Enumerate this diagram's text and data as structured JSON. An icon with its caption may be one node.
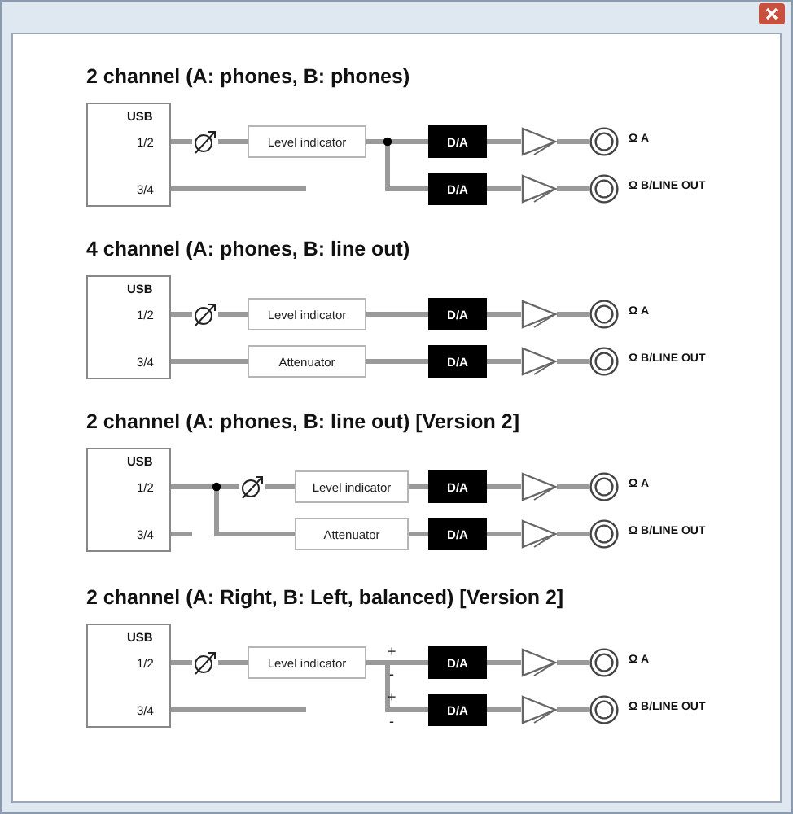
{
  "diagram": {
    "nodes": [
      {
        "text": [
          "USB",
          "1/2",
          "3/4"
        ]
      },
      {
        "text": [],
        "shape": "knob"
      },
      {
        "text": [
          "Level indicator"
        ]
      },
      {
        "text": [
          "D/A"
        ]
      },
      {
        "text": [
          "D/A"
        ]
      },
      {
        "text": [],
        "shape": "triangle"
      },
      {
        "text": [],
        "shape": "triangle"
      },
      {
        "text": [],
        "shape": "circle",
        "beside": [
          "Ω A"
        ]
      },
      {
        "text": [],
        "shape": "circle",
        "beside": [
          "Ω B/LINE OUT"
        ]
      },
      {
        "text": [
          "USB",
          "1/2",
          "3/4"
        ]
      },
      {
        "text": [],
        "shape": "knob"
      },
      {
        "text": [
          "Level indicator"
        ]
      },
      {
        "text": [
          "Attenuator"
        ]
      },
      {
        "text": [
          "D/A"
        ]
      },
      {
        "text": [
          "D/A"
        ]
      },
      {
        "text": [],
        "shape": "triangle"
      },
      {
        "text": [],
        "shape": "triangle"
      },
      {
        "text": [],
        "shape": "circle",
        "beside": [
          "Ω A"
        ]
      },
      {
        "text": [],
        "shape": "circle",
        "beside": [
          "Ω B/LINE OUT"
        ]
      },
      {
        "text": [
          "USB",
          "1/2",
          "3/4"
        ]
      },
      {
        "text": [],
        "shape": "knob"
      },
      {
        "text": [
          "Level indicator"
        ]
      },
      {
        "text": [
          "Attenuator"
        ]
      },
      {
        "text": [
          "D/A"
        ]
      },
      {
        "text": [
          "D/A"
        ]
      },
      {
        "text": [],
        "shape": "triangle"
      },
      {
        "text": [],
        "shape": "triangle"
      },
      {
        "text": [],
        "shape": "circle",
        "beside": [
          "Ω A"
        ]
      },
      {
        "text": [],
        "shape": "circle",
        "beside": [
          "Ω B/LINE OUT"
        ]
      },
      {
        "text": [
          "USB",
          "1/2",
          "3/4"
        ]
      },
      {
        "text": [],
        "shape": "knob"
      },
      {
        "text": [
          "Level indicator"
        ]
      },
      {
        "text": [
          "D/A"
        ]
      },
      {
        "text": [
          "D/A"
        ]
      },
      {
        "text": [],
        "shape": "triangle"
      },
      {
        "text": [],
        "shape": "triangle"
      },
      {
        "text": [],
        "shape": "circle",
        "beside": [
          "Ω A"
        ]
      },
      {
        "text": [],
        "shape": "circle",
        "beside": [
          "Ω B/LINE OUT"
        ]
      }
    ],
    "edges": [
      {
        "from": 0,
        "to": 1,
        "arrow": "none"
      },
      {
        "from": 1,
        "to": 2,
        "arrow": "none"
      },
      {
        "from": 2,
        "to": 3,
        "arrow": "none"
      },
      {
        "from": 2,
        "to": 4,
        "arrow": "none"
      },
      {
        "from": 3,
        "to": 5,
        "arrow": "none"
      },
      {
        "from": 4,
        "to": 6,
        "arrow": "none"
      },
      {
        "from": 5,
        "to": 7,
        "arrow": "none"
      },
      {
        "from": 6,
        "to": 8,
        "arrow": "none"
      },
      {
        "from": 0,
        "to": null,
        "arrow": "none"
      },
      {
        "from": 9,
        "to": 10,
        "arrow": "none"
      },
      {
        "from": 10,
        "to": 11,
        "arrow": "none"
      },
      {
        "from": 9,
        "to": 12,
        "arrow": "none"
      },
      {
        "from": 11,
        "to": 13,
        "arrow": "none"
      },
      {
        "from": 12,
        "to": 14,
        "arrow": "none"
      },
      {
        "from": 13,
        "to": 15,
        "arrow": "none"
      },
      {
        "from": 14,
        "to": 16,
        "arrow": "none"
      },
      {
        "from": 15,
        "to": 17,
        "arrow": "none"
      },
      {
        "from": 16,
        "to": 18,
        "arrow": "none"
      },
      {
        "from": 19,
        "to": 20,
        "arrow": "none"
      },
      {
        "from": 19,
        "to": 22,
        "arrow": "none"
      },
      {
        "from": 20,
        "to": 21,
        "arrow": "none"
      },
      {
        "from": 21,
        "to": 23,
        "arrow": "none"
      },
      {
        "from": 22,
        "to": 24,
        "arrow": "none"
      },
      {
        "from": 23,
        "to": 25,
        "arrow": "none"
      },
      {
        "from": 24,
        "to": 26,
        "arrow": "none"
      },
      {
        "from": 25,
        "to": 27,
        "arrow": "none"
      },
      {
        "from": 26,
        "to": 28,
        "arrow": "none"
      },
      {
        "from": 19,
        "to": null,
        "arrow": "none"
      },
      {
        "from": 29,
        "to": 30,
        "arrow": "none"
      },
      {
        "from": 30,
        "to": 31,
        "arrow": "none"
      },
      {
        "from": 31,
        "to": 32,
        "arrow": "none"
      },
      {
        "from": 31,
        "to": 33,
        "arrow": "none"
      },
      {
        "from": 32,
        "to": 34,
        "arrow": "none"
      },
      {
        "from": 33,
        "to": 35,
        "arrow": "none"
      },
      {
        "from": 34,
        "to": 36,
        "arrow": "none"
      },
      {
        "from": 35,
        "to": 37,
        "arrow": "none"
      },
      {
        "from": 29,
        "to": null,
        "arrow": "none"
      }
    ],
    "labels": [
      "2 channel (A: phones, B: phones)",
      "4 channel (A: phones, B: line out)",
      "2 channel (A: phones, B: line out) [Version 2]",
      "2 channel (A: Right, B: Left, balanced) [Version 2]",
      "+",
      "-",
      "+",
      "-"
    ]
  }
}
